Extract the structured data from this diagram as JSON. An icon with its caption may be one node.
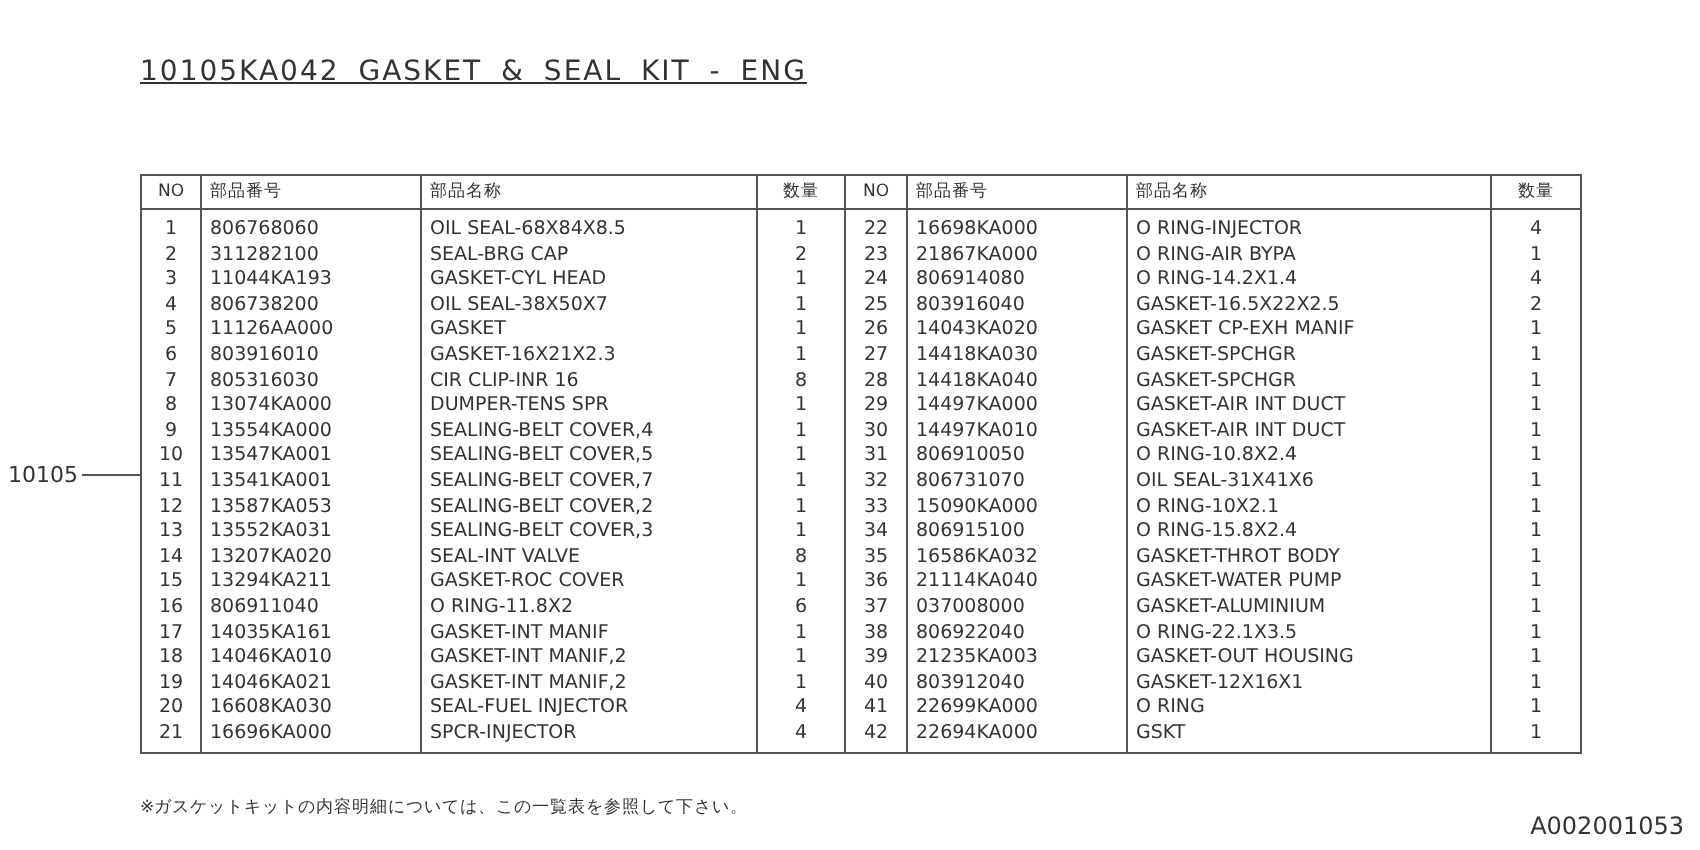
{
  "diagram": {
    "title": "10105KA042 GASKET & SEAL KIT - ENG",
    "nodes": [
      {
        "text": [
          "10105"
        ]
      },
      {
        "text": [],
        "shape": "box"
      }
    ],
    "edges": [
      {
        "from": 0,
        "to": 1,
        "arrow": "none"
      }
    ],
    "labels": [
      "NO",
      "部品番号",
      "部品名称",
      "数量",
      "NO",
      "部品番号",
      "部品名称",
      "数量",
      "1",
      "806768060",
      "OIL SEAL-68X84X8.5",
      "1",
      "22",
      "16698KA000",
      "O RING-INJECTOR",
      "4",
      "2",
      "311282100",
      "SEAL-BRG CAP",
      "2",
      "23",
      "21867KA000",
      "O RING-AIR BYPA",
      "1",
      "3",
      "11044KA193",
      "GASKET-CYL HEAD",
      "1",
      "24",
      "806914080",
      "O RING-14.2X1.4",
      "4",
      "4",
      "806738200",
      "OIL SEAL-38X50X7",
      "1",
      "25",
      "803916040",
      "GASKET-16.5X22X2.5",
      "2",
      "5",
      "11126AA000",
      "GASKET",
      "1",
      "26",
      "14043KA020",
      "GASKET CP-EXH MANIF",
      "1",
      "6",
      "803916010",
      "GASKET-16X21X2.3",
      "1",
      "27",
      "14418KA030",
      "GASKET-SPCHGR",
      "1",
      "7",
      "805316030",
      "CIR CLIP-INR 16",
      "8",
      "28",
      "14418KA040",
      "GASKET-SPCHGR",
      "1",
      "8",
      "13074KA000",
      "DUMPER-TENS SPR",
      "1",
      "29",
      "14497KA000",
      "GASKET-AIR INT DUCT",
      "1",
      "9",
      "13554KA000",
      "SEALING-BELT COVER,4",
      "1",
      "30",
      "14497KA010",
      "GASKET-AIR INT DUCT",
      "1",
      "10",
      "13547KA001",
      "SEALING-BELT COVER,5",
      "1",
      "31",
      "806910050",
      "O RING-10.8X2.4",
      "1",
      "11",
      "13541KA001",
      "SEALING-BELT COVER,7",
      "1",
      "32",
      "806731070",
      "OIL SEAL-31X41X6",
      "1",
      "12",
      "13587KA053",
      "SEALING-BELT COVER,2",
      "1",
      "33",
      "15090KA000",
      "O RING-10X2.1",
      "1",
      "13",
      "13552KA031",
      "SEALING-BELT COVER,3",
      "1",
      "34",
      "806915100",
      "O RING-15.8X2.4",
      "1",
      "14",
      "13207KA020",
      "SEAL-INT VALVE",
      "8",
      "35",
      "16586KA032",
      "GASKET-THROT BODY",
      "1",
      "15",
      "13294KA211",
      "GASKET-ROC COVER",
      "1",
      "36",
      "21114KA040",
      "GASKET-WATER PUMP",
      "1",
      "16",
      "806911040",
      "O RING-11.8X2",
      "6",
      "37",
      "037008000",
      "GASKET-ALUMINIUM",
      "1",
      "17",
      "14035KA161",
      "GASKET-INT MANIF",
      "1",
      "38",
      "806922040",
      "O RING-22.1X3.5",
      "1",
      "18",
      "14046KA010",
      "GASKET-INT MANIF,2",
      "1",
      "39",
      "21235KA003",
      "GASKET-OUT HOUSING",
      "1",
      "19",
      "14046KA021",
      "GASKET-INT MANIF,2",
      "1",
      "40",
      "803912040",
      "GASKET-12X16X1",
      "1",
      "20",
      "16608KA030",
      "SEAL-FUEL INJECTOR",
      "4",
      "41",
      "22699KA000",
      "O RING",
      "1",
      "21",
      "16696KA000",
      "SPCR-INJECTOR",
      "4",
      "42",
      "22694KA000",
      "GSKT",
      "1",
      "※ガスケットキットの内容明細については、この一覧表を参照して下さい。",
      "A002001053"
    ]
  }
}
